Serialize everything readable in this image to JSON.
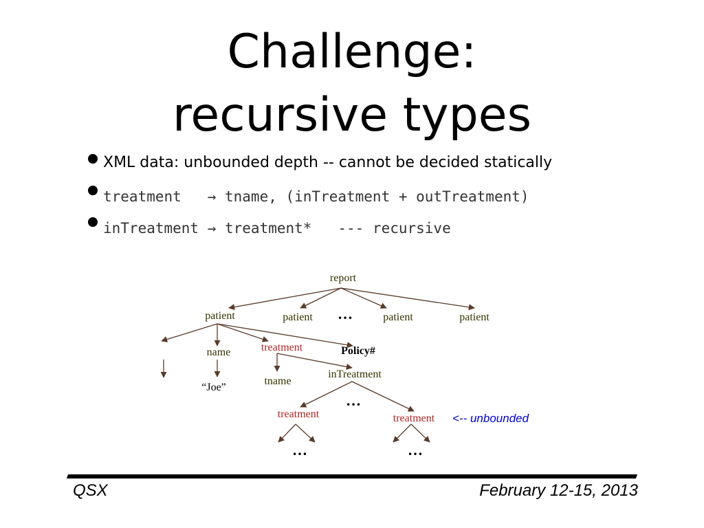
{
  "slide": {
    "title_line1": "Challenge:",
    "title_line2": "recursive types",
    "bullets": [
      "XML data: unbounded depth -- cannot be decided statically",
      "treatment   → tname, (inTreatment + outTreatment)",
      "inTreatment → treatment*   --- recursive"
    ]
  },
  "tree": {
    "nodes": {
      "report": "report",
      "patient1": "patient",
      "patient2": "patient",
      "patient3": "patient",
      "patient4": "patient",
      "name": "name",
      "treatment1": "treatment",
      "policy": "Policy#",
      "joe": "“Joe”",
      "tname": "tname",
      "inTreatment": "inTreatment",
      "treatment2": "treatment",
      "treatment3": "treatment"
    },
    "ellipsis": "…",
    "annotation": "<-- unbounded",
    "colors": {
      "edge": "#5a3a2a",
      "node_default": "#333300",
      "node_treatment": "#b22222",
      "annotation": "#0000cc"
    }
  },
  "footer": {
    "left": "QSX",
    "right": "February 12-15, 2013"
  }
}
